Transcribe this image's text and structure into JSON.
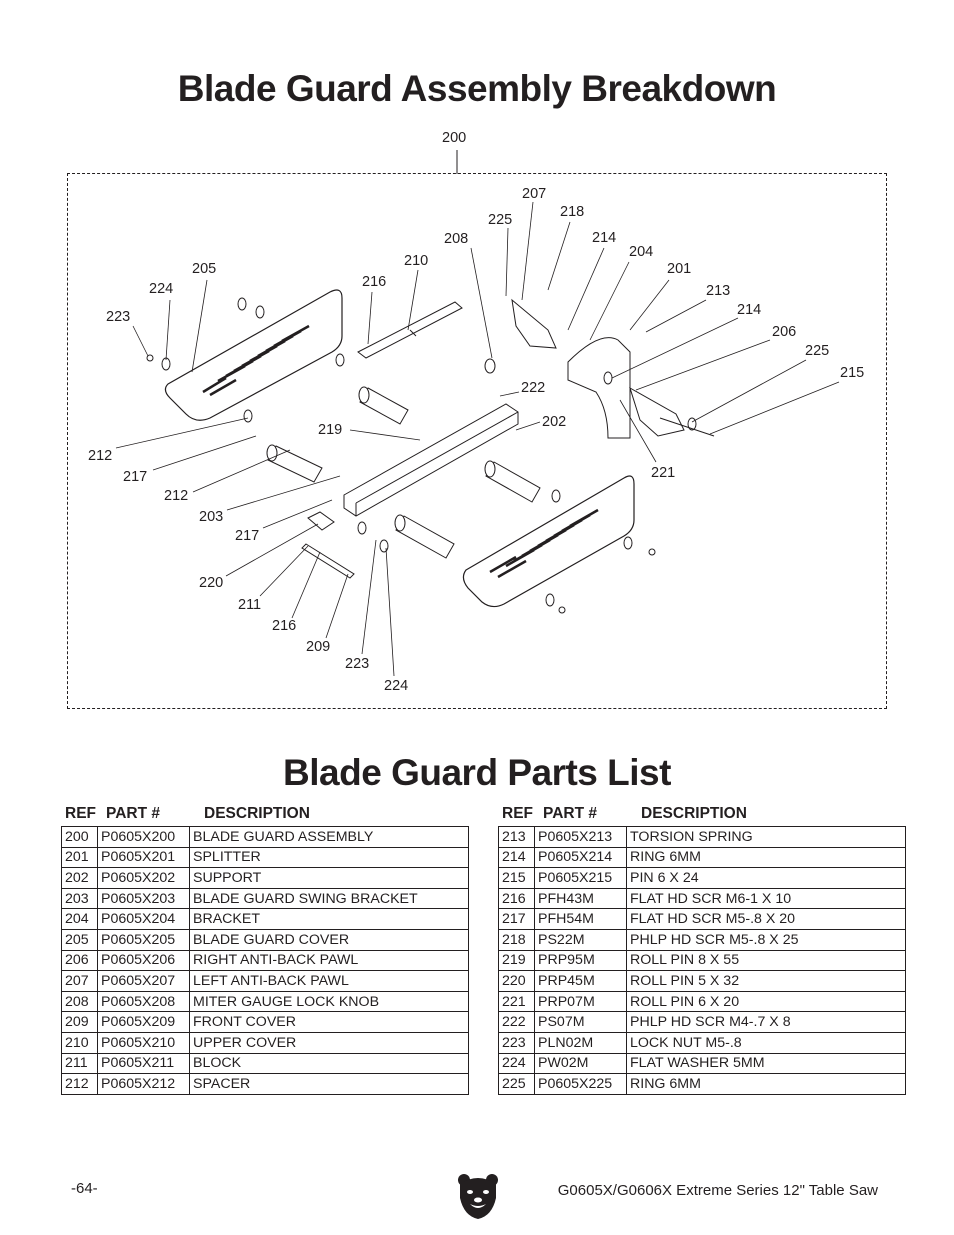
{
  "diagram": {
    "title": "Blade Guard Assembly Breakdown",
    "callouts": [
      {
        "id": "c200",
        "label": "200"
      },
      {
        "id": "c207",
        "label": "207"
      },
      {
        "id": "c225a",
        "label": "225"
      },
      {
        "id": "c218",
        "label": "218"
      },
      {
        "id": "c208",
        "label": "208"
      },
      {
        "id": "c214a",
        "label": "214"
      },
      {
        "id": "c204",
        "label": "204"
      },
      {
        "id": "c210",
        "label": "210"
      },
      {
        "id": "c201",
        "label": "201"
      },
      {
        "id": "c205",
        "label": "205"
      },
      {
        "id": "c216a",
        "label": "216"
      },
      {
        "id": "c213",
        "label": "213"
      },
      {
        "id": "c224a",
        "label": "224"
      },
      {
        "id": "c214b",
        "label": "214"
      },
      {
        "id": "c223a",
        "label": "223"
      },
      {
        "id": "c206",
        "label": "206"
      },
      {
        "id": "c225b",
        "label": "225"
      },
      {
        "id": "c215",
        "label": "215"
      },
      {
        "id": "c222",
        "label": "222"
      },
      {
        "id": "c202",
        "label": "202"
      },
      {
        "id": "c219",
        "label": "219"
      },
      {
        "id": "c212a",
        "label": "212"
      },
      {
        "id": "c221",
        "label": "221"
      },
      {
        "id": "c217a",
        "label": "217"
      },
      {
        "id": "c212b",
        "label": "212"
      },
      {
        "id": "c203",
        "label": "203"
      },
      {
        "id": "c217b",
        "label": "217"
      },
      {
        "id": "c220",
        "label": "220"
      },
      {
        "id": "c211",
        "label": "211"
      },
      {
        "id": "c216b",
        "label": "216"
      },
      {
        "id": "c209",
        "label": "209"
      },
      {
        "id": "c223b",
        "label": "223"
      },
      {
        "id": "c224b",
        "label": "224"
      }
    ]
  },
  "parts_list": {
    "title": "Blade Guard Parts List",
    "headers": {
      "ref": "REF",
      "part": "PART #",
      "desc": "DESCRIPTION"
    },
    "left": [
      {
        "ref": "200",
        "part": "P0605X200",
        "desc": "BLADE GUARD ASSEMBLY"
      },
      {
        "ref": "201",
        "part": "P0605X201",
        "desc": "SPLITTER"
      },
      {
        "ref": "202",
        "part": "P0605X202",
        "desc": "SUPPORT"
      },
      {
        "ref": "203",
        "part": "P0605X203",
        "desc": "BLADE GUARD SWING BRACKET"
      },
      {
        "ref": "204",
        "part": "P0605X204",
        "desc": "BRACKET"
      },
      {
        "ref": "205",
        "part": "P0605X205",
        "desc": "BLADE GUARD COVER"
      },
      {
        "ref": "206",
        "part": "P0605X206",
        "desc": "RIGHT ANTI-BACK PAWL"
      },
      {
        "ref": "207",
        "part": "P0605X207",
        "desc": "LEFT ANTI-BACK PAWL"
      },
      {
        "ref": "208",
        "part": "P0605X208",
        "desc": "MITER GAUGE LOCK KNOB"
      },
      {
        "ref": "209",
        "part": "P0605X209",
        "desc": "FRONT COVER"
      },
      {
        "ref": "210",
        "part": "P0605X210",
        "desc": "UPPER COVER"
      },
      {
        "ref": "211",
        "part": "P0605X211",
        "desc": "BLOCK"
      },
      {
        "ref": "212",
        "part": "P0605X212",
        "desc": "SPACER"
      }
    ],
    "right": [
      {
        "ref": "213",
        "part": "P0605X213",
        "desc": "TORSION SPRING"
      },
      {
        "ref": "214",
        "part": "P0605X214",
        "desc": "RING 6MM"
      },
      {
        "ref": "215",
        "part": "P0605X215",
        "desc": "PIN 6 X 24"
      },
      {
        "ref": "216",
        "part": "PFH43M",
        "desc": "FLAT HD SCR M6-1 X 10"
      },
      {
        "ref": "217",
        "part": "PFH54M",
        "desc": "FLAT HD SCR M5-.8 X 20"
      },
      {
        "ref": "218",
        "part": "PS22M",
        "desc": "PHLP HD SCR M5-.8 X 25"
      },
      {
        "ref": "219",
        "part": "PRP95M",
        "desc": "ROLL PIN 8 X 55"
      },
      {
        "ref": "220",
        "part": "PRP45M",
        "desc": "ROLL PIN 5 X 32"
      },
      {
        "ref": "221",
        "part": "PRP07M",
        "desc": "ROLL PIN 6 X 20"
      },
      {
        "ref": "222",
        "part": "PS07M",
        "desc": "PHLP HD SCR M4-.7 X 8"
      },
      {
        "ref": "223",
        "part": "PLN02M",
        "desc": "LOCK NUT M5-.8"
      },
      {
        "ref": "224",
        "part": "PW02M",
        "desc": "FLAT WASHER 5MM"
      },
      {
        "ref": "225",
        "part": "P0605X225",
        "desc": "RING 6MM"
      }
    ]
  },
  "footer": {
    "page_number": "-64-",
    "model": "G0605X/G0606X Extreme Series 12\" Table Saw",
    "logo_icon": "grizzly-bear-logo-icon"
  }
}
